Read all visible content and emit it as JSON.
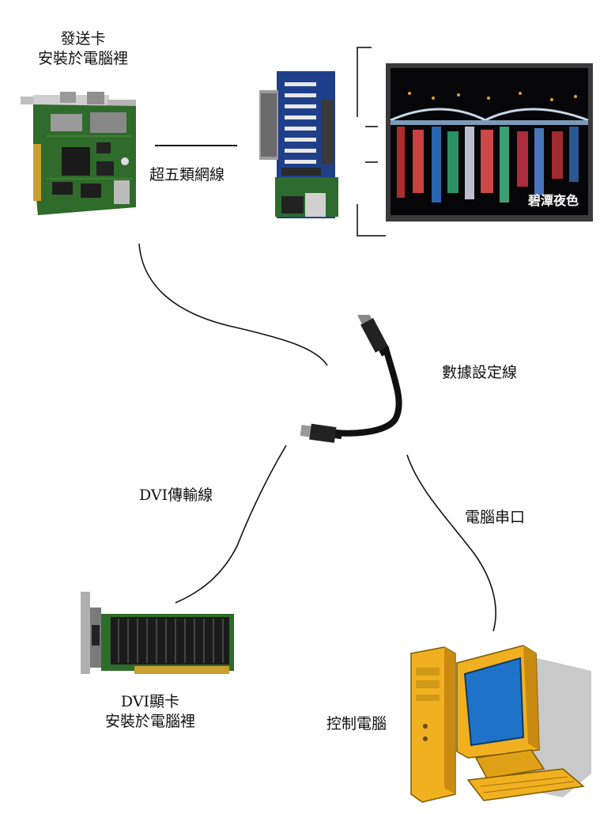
{
  "labels": {
    "sender_card_line1": "發送卡",
    "sender_card_line2": "安裝於電腦裡",
    "cat5_cable": "超五類網線",
    "data_cable": "數據設定線",
    "dvi_cable": "DVI傳輸線",
    "serial_port": "電腦串口",
    "dvi_card_line1": "DVI顯卡",
    "dvi_card_line2": "安裝於電腦裡",
    "control_pc": "控制電腦",
    "screen_caption": "碧潭夜色"
  },
  "colors": {
    "pcb_green": "#2f6b2a",
    "receiver_blue": "#1f3f8a",
    "monitor_yellow": "#f0b020",
    "screen_blue": "#1e73c8",
    "heatsink_black": "#1a1a1a",
    "cable_black": "#111111"
  },
  "icons": [
    "sender-card-image",
    "receiver-card-image",
    "led-screen-image",
    "dvi-cable-image",
    "graphics-card-image",
    "control-computer-image"
  ]
}
